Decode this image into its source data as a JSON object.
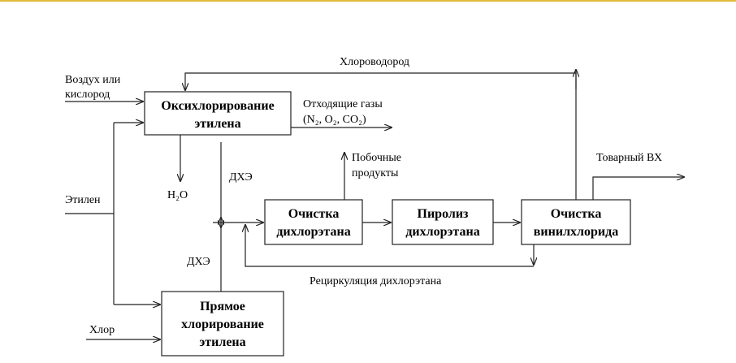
{
  "diagram": {
    "boxes": {
      "oxychlorination": {
        "line1": "Оксихлорирование",
        "line2": "этилена"
      },
      "dce_purification": {
        "line1": "Очистка",
        "line2": "дихлорэтана"
      },
      "dce_pyrolysis": {
        "line1": "Пиролиз",
        "line2": "дихлорэтана"
      },
      "vc_purification": {
        "line1": "Очистка",
        "line2": "винилхлорида"
      },
      "direct_chlorination": {
        "line1": "Прямое",
        "line2": "хлорирование",
        "line3": "этилена"
      }
    },
    "labels": {
      "air_line1": "Воздух или",
      "air_line2": "кислород",
      "hcl": "Хлороводород",
      "off_gas_line1": "Отходящие газы",
      "off_gas_line2": "(N₂, O₂, CO₂)",
      "byproducts_line1": "Побочные",
      "byproducts_line2": "продукты",
      "product_vc": "Товарный ВХ",
      "ethylene": "Этилен",
      "water": "H₂O",
      "dce_top": "ДХЭ",
      "dce_bottom": "ДХЭ",
      "recycle": "Рециркуляция дихлорэтана",
      "chlorine": "Хлор"
    }
  }
}
